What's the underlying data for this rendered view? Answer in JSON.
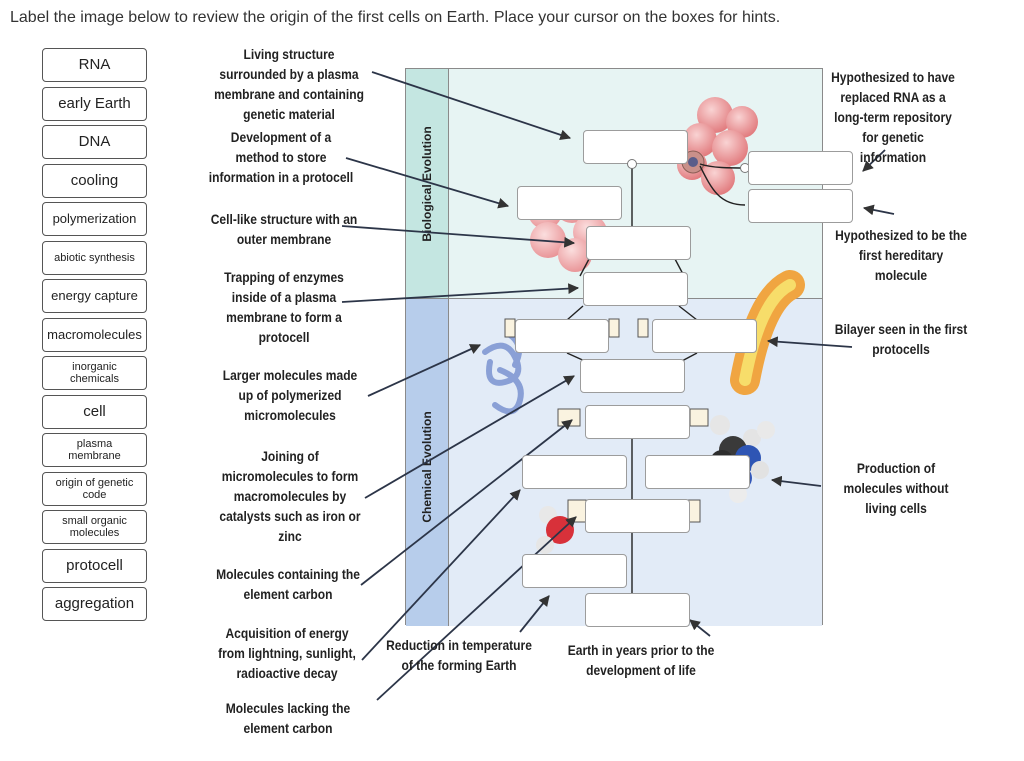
{
  "instructions": "Label the image below to review the origin of the first cells on Earth. Place your cursor on the boxes for hints.",
  "label_bank": [
    {
      "text": "RNA"
    },
    {
      "text": "early Earth"
    },
    {
      "text": "DNA"
    },
    {
      "text": "cooling"
    },
    {
      "text": "polymerization"
    },
    {
      "text": "abiotic synthesis"
    },
    {
      "text": "energy capture"
    },
    {
      "text": "macromolecules"
    },
    {
      "text": "inorganic chemicals"
    },
    {
      "text": "cell"
    },
    {
      "text": "plasma membrane"
    },
    {
      "text": "origin of genetic code"
    },
    {
      "text": "small organic molecules"
    },
    {
      "text": "protocell"
    },
    {
      "text": "aggregation"
    }
  ],
  "diagram": {
    "biological_label": "Biological Evolution",
    "chemical_label": "Chemical Evolution"
  },
  "hints_left": [
    {
      "text": "Living structure surrounded by a plasma membrane and containing genetic material"
    },
    {
      "text": "Development of a method to store information in a protocell"
    },
    {
      "text": "Cell-like structure with an outer membrane"
    },
    {
      "text": "Trapping of enzymes inside of a plasma membrane to form a protocell"
    },
    {
      "text": "Larger molecules made up of polymerized micromolecules"
    },
    {
      "text": "Joining of micromolecules to form macromolecules by catalysts such as iron or zinc"
    },
    {
      "text": "Molecules containing the element carbon"
    },
    {
      "text": "Acquisition of energy from lightning, sunlight, radioactive decay"
    },
    {
      "text": "Molecules lacking the element carbon"
    }
  ],
  "hints_bottom": [
    {
      "text": "Reduction in temperature of the forming Earth"
    },
    {
      "text": "Earth in years prior to the development of life"
    }
  ],
  "hints_right": [
    {
      "text": "Hypothesized to have replaced RNA as a long-term repository for genetic information"
    },
    {
      "text": "Hypothesized to be the first hereditary molecule"
    },
    {
      "text": "Bilayer seen in the first protocells"
    },
    {
      "text": "Production of molecules without living cells"
    }
  ]
}
